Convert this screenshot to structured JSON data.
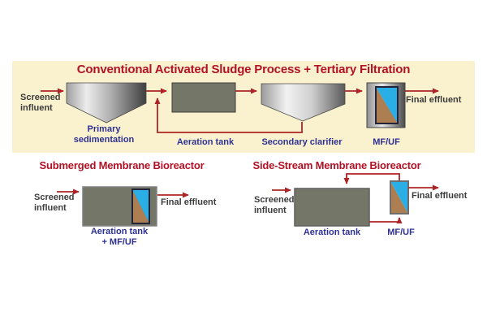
{
  "colors": {
    "panel_bg": "#faf2cf",
    "title_red": "#b11226",
    "arrow_red": "#ae2426",
    "label_blue": "#2e3192",
    "label_dark": "#3c3c3c",
    "tank_olive": "#747768",
    "membrane_cyan": "#29aee5",
    "membrane_brown": "#ad7e52"
  },
  "sections": {
    "conventional": {
      "title": "Conventional Activated Sludge Process + Tertiary Filtration",
      "influent": "Screened\ninfluent",
      "effluent": "Final effluent",
      "primary_label": "Primary\nsedimentation",
      "aeration_label": "Aeration tank",
      "clarifier_label": "Secondary clarifier",
      "mfuf_label": "MF/UF"
    },
    "submerged": {
      "title": "Submerged Membrane Bioreactor",
      "influent": "Screened\ninfluent",
      "effluent": "Final effluent",
      "tank_label": "Aeration tank\n+ MF/UF"
    },
    "sidestream": {
      "title": "Side-Stream Membrane Bioreactor",
      "influent": "Screened\ninfluent",
      "effluent": "Final effluent",
      "tank_label": "Aeration tank",
      "mfuf_label": "MF/UF"
    }
  }
}
